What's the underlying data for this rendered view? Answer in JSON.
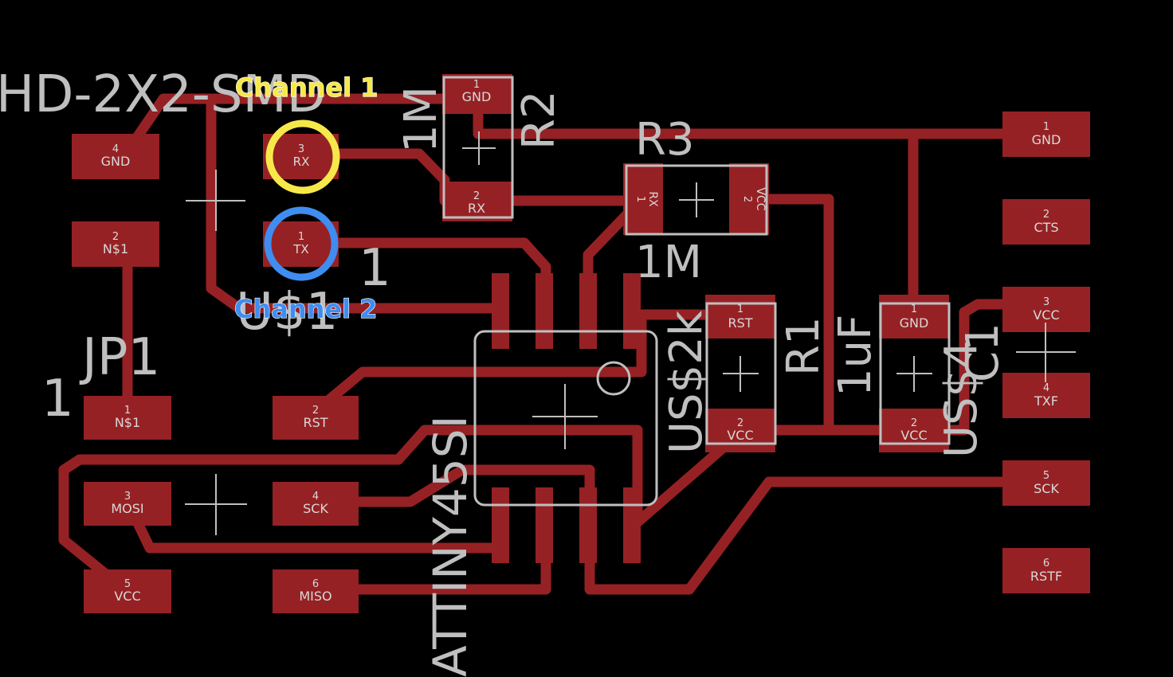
{
  "colors": {
    "background": "#000000",
    "copper": "#962124",
    "silkscreen": "#bfbfbf",
    "pad_text": "#d8d8d8",
    "channel1_ring": "#f7e84a",
    "channel2_ring": "#3f8df0",
    "channel1_text": "#f7e84a",
    "channel2_text": "#3f8df0"
  },
  "annotations": {
    "channel1": "Channel 1",
    "channel2": "Channel 2"
  },
  "silk_labels": {
    "header_name": "HD-2X2-SMD",
    "jp1": "JP1",
    "jp1_pin1": "1",
    "header_pin1": "1",
    "header_ref": "U$1",
    "r2_name": "R2",
    "r2_value": "1M",
    "r3_name": "R3",
    "r3_value": "1M",
    "r1_name": "R1",
    "r1_value": "US$2k",
    "c1_name": "C1",
    "c1_value": "1uF",
    "c1_ref": "US$4",
    "chip": "ATTINY45SI"
  },
  "pads": {
    "hd_gnd": {
      "num": "4",
      "name": "GND"
    },
    "hd_rx": {
      "num": "3",
      "name": "RX"
    },
    "hd_ns1": {
      "num": "2",
      "name": "N$1"
    },
    "hd_tx": {
      "num": "1",
      "name": "TX"
    },
    "r2_gnd": {
      "num": "1",
      "name": "GND"
    },
    "r2_rx": {
      "num": "2",
      "name": "RX"
    },
    "r3_rx": {
      "num": "1",
      "name": "RX"
    },
    "r3_vcc": {
      "num": "2",
      "name": "VCC"
    },
    "r1_rst": {
      "num": "1",
      "name": "RST"
    },
    "r1_vcc": {
      "num": "2",
      "name": "VCC"
    },
    "c1_gnd": {
      "num": "1",
      "name": "GND"
    },
    "c1_vcc": {
      "num": "2",
      "name": "VCC"
    },
    "jp_ns1": {
      "num": "1",
      "name": "N$1"
    },
    "jp_rst": {
      "num": "2",
      "name": "RST"
    },
    "jp_mosi": {
      "num": "3",
      "name": "MOSI"
    },
    "jp_sck": {
      "num": "4",
      "name": "SCK"
    },
    "jp_vcc": {
      "num": "5",
      "name": "VCC"
    },
    "jp_miso": {
      "num": "6",
      "name": "MISO"
    },
    "ftdi_gnd": {
      "num": "1",
      "name": "GND"
    },
    "ftdi_cts": {
      "num": "2",
      "name": "CTS"
    },
    "ftdi_vcc": {
      "num": "3",
      "name": "VCC"
    },
    "ftdi_txf": {
      "num": "4",
      "name": "TXF"
    },
    "ftdi_sck": {
      "num": "5",
      "name": "SCK"
    },
    "ftdi_rstf": {
      "num": "6",
      "name": "RSTF"
    }
  }
}
